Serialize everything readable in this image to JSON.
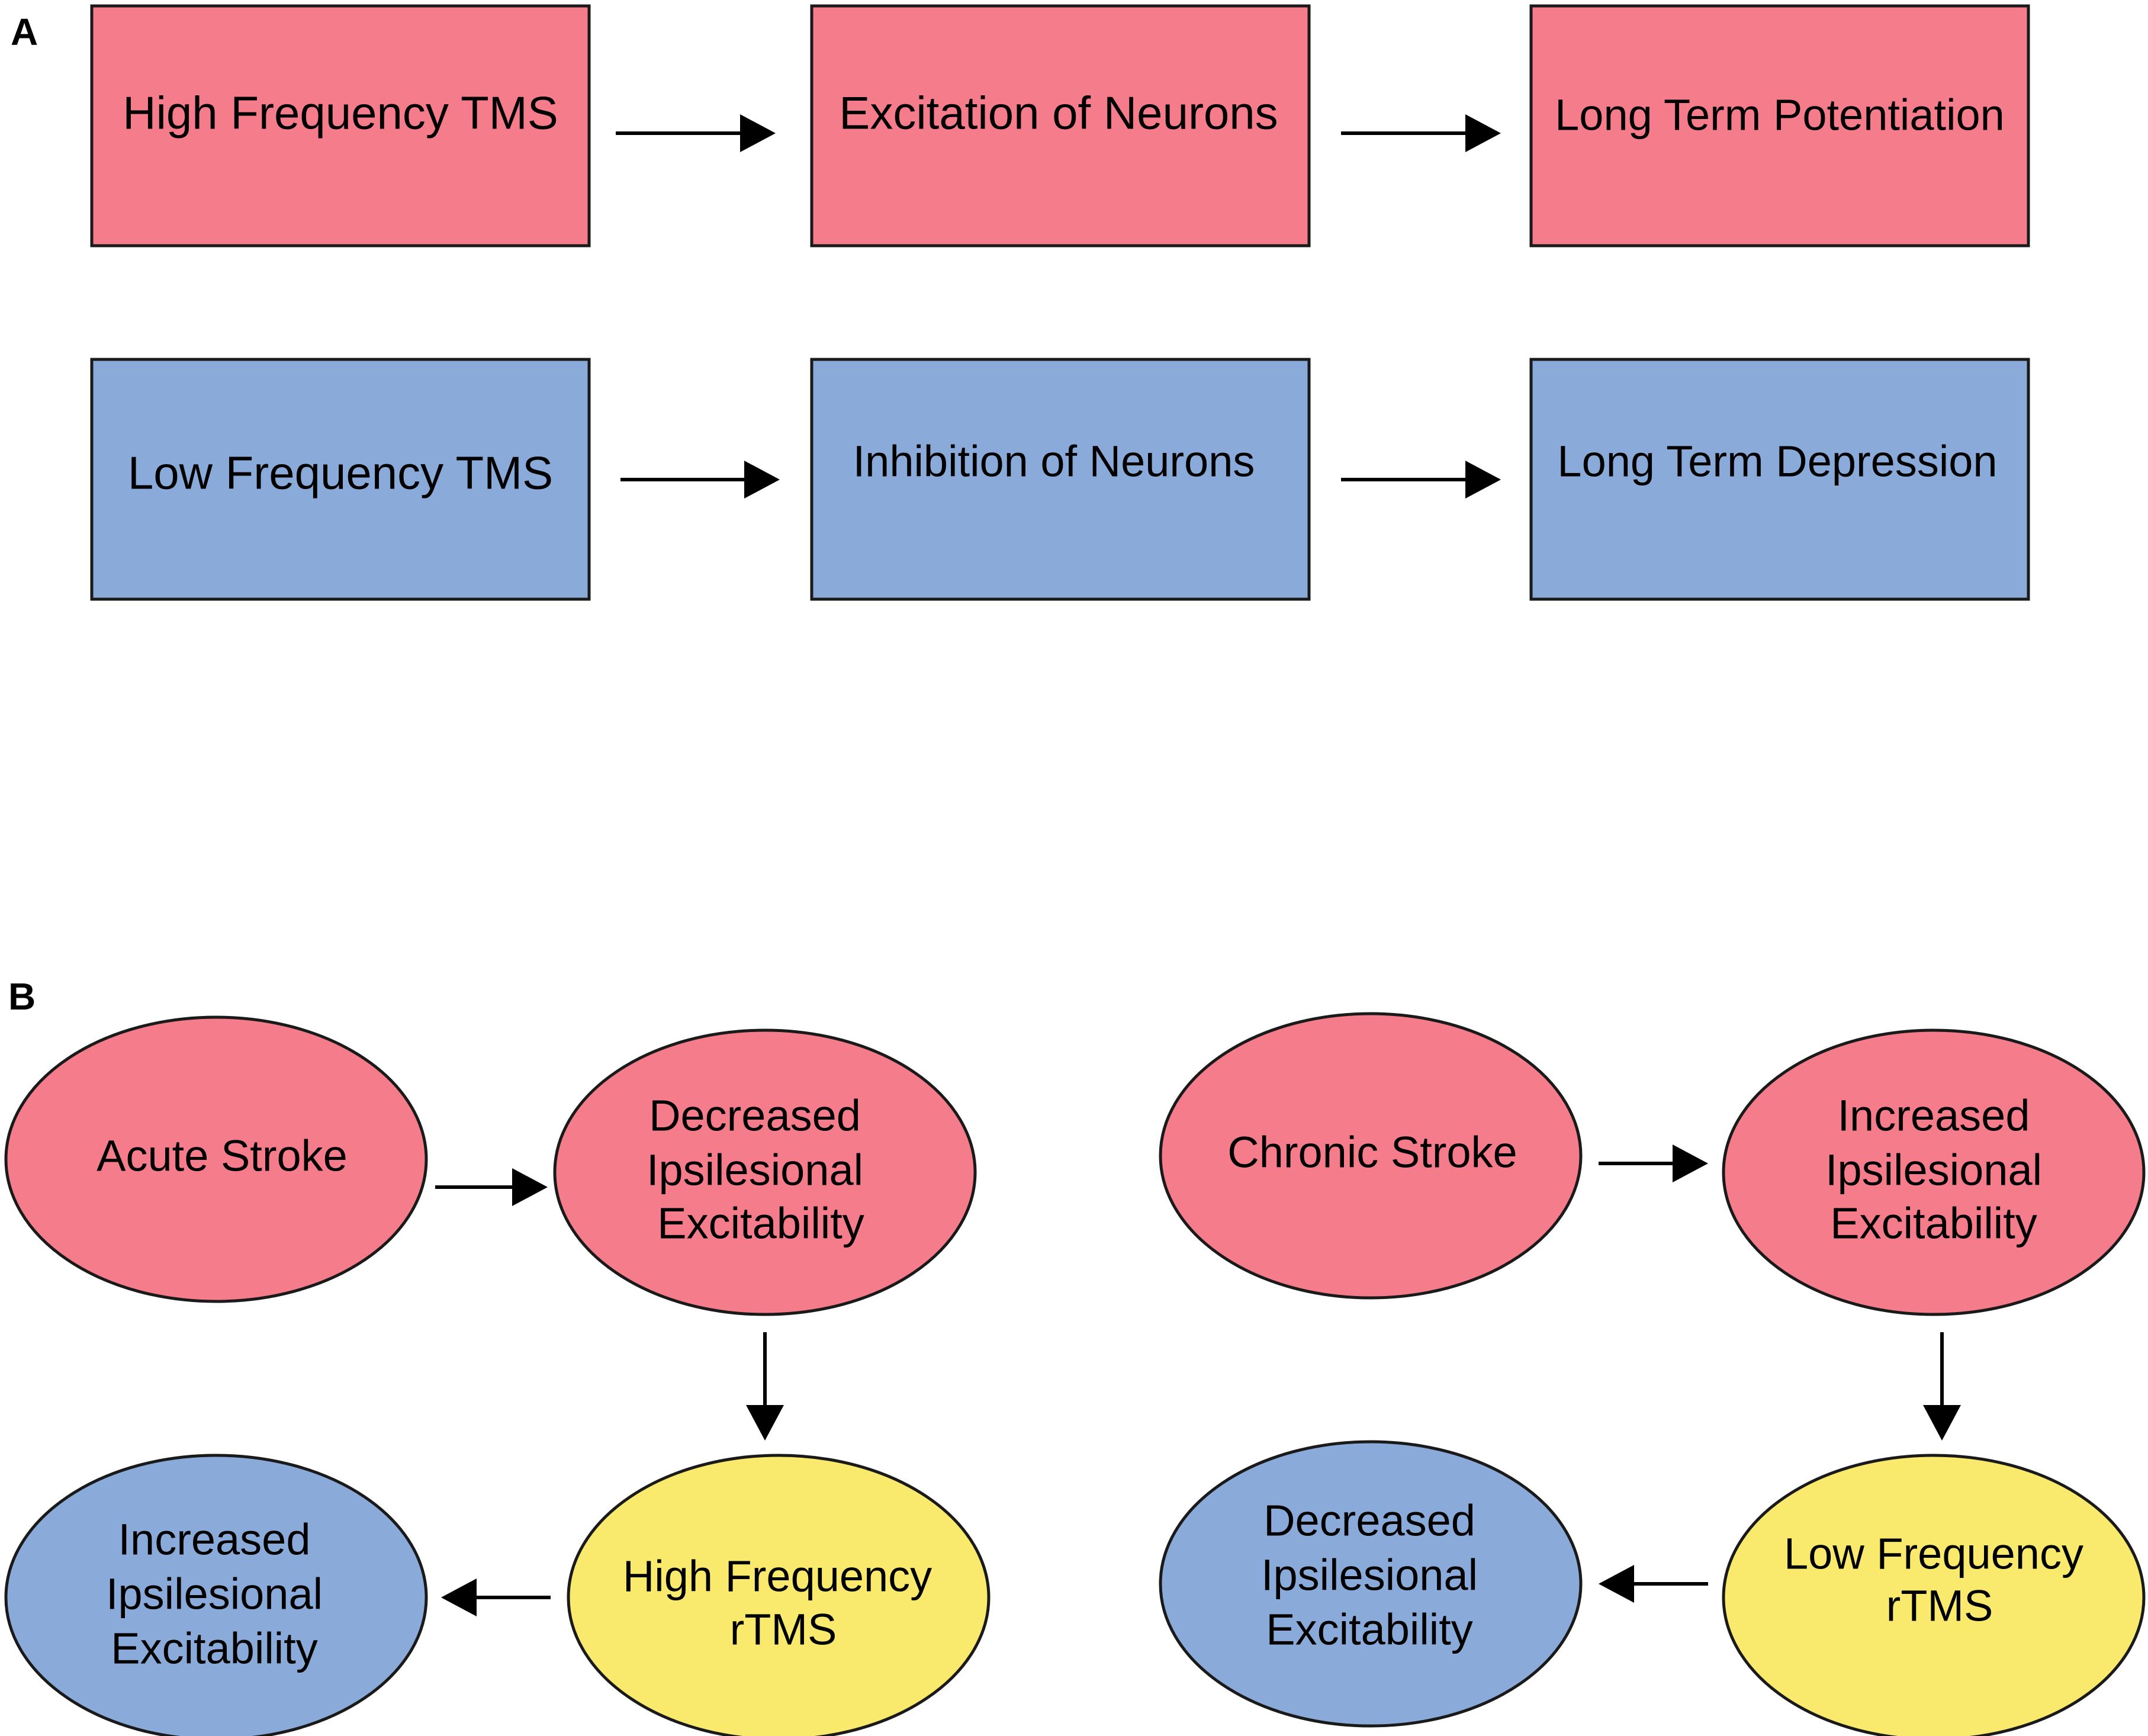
{
  "colors": {
    "pink": "#f57c8a",
    "blue": "#8aabd9",
    "yellow": "#f9ea6d",
    "stroke": "#1a1a1a"
  },
  "panel_a": {
    "label": "A",
    "row1": {
      "n1": "High Frequency TMS",
      "n2": "Excitation of Neurons",
      "n3": "Long Term Potentiation"
    },
    "row2": {
      "n1": "Low Frequency TMS",
      "n2": "Inhibition of Neurons",
      "n3": "Long Term Depression"
    }
  },
  "panel_b": {
    "label": "B",
    "left": {
      "start": [
        "Acute Stroke"
      ],
      "state": [
        "Decreased",
        "Ipsilesional",
        "Excitability"
      ],
      "treatment": [
        "High Frequency",
        "rTMS"
      ],
      "result": [
        "Increased",
        "Ipsilesional",
        "Excitability"
      ]
    },
    "right": {
      "start": [
        "Chronic Stroke"
      ],
      "state": [
        "Increased",
        "Ipsilesional",
        "Excitability"
      ],
      "treatment": [
        "Low Frequency",
        "rTMS"
      ],
      "result": [
        "Decreased",
        "Ipsilesional",
        "Excitability"
      ]
    }
  }
}
